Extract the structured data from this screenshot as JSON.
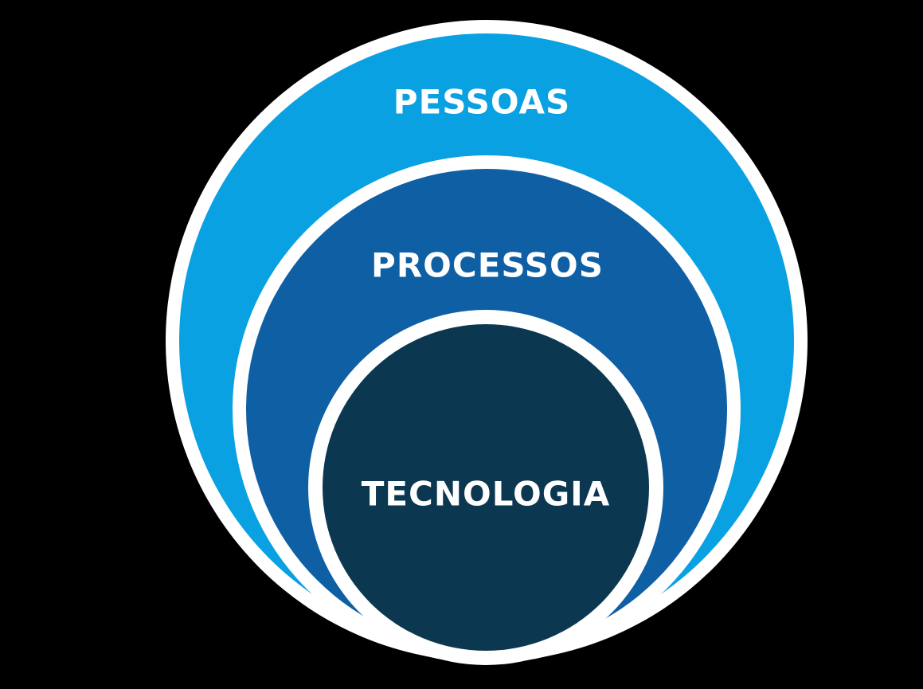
{
  "diagram": {
    "type": "nested-circles",
    "background_color": "#000000",
    "ring_outline_color": "#ffffff",
    "label_color": "#ffffff",
    "rings": [
      {
        "label": "PESSOAS",
        "color": "#0aa1e2",
        "level": "outer"
      },
      {
        "label": "PROCESSOS",
        "color": "#0f5fa4",
        "level": "middle"
      },
      {
        "label": "TECNOLOGIA",
        "color": "#0b3850",
        "level": "inner"
      }
    ]
  }
}
